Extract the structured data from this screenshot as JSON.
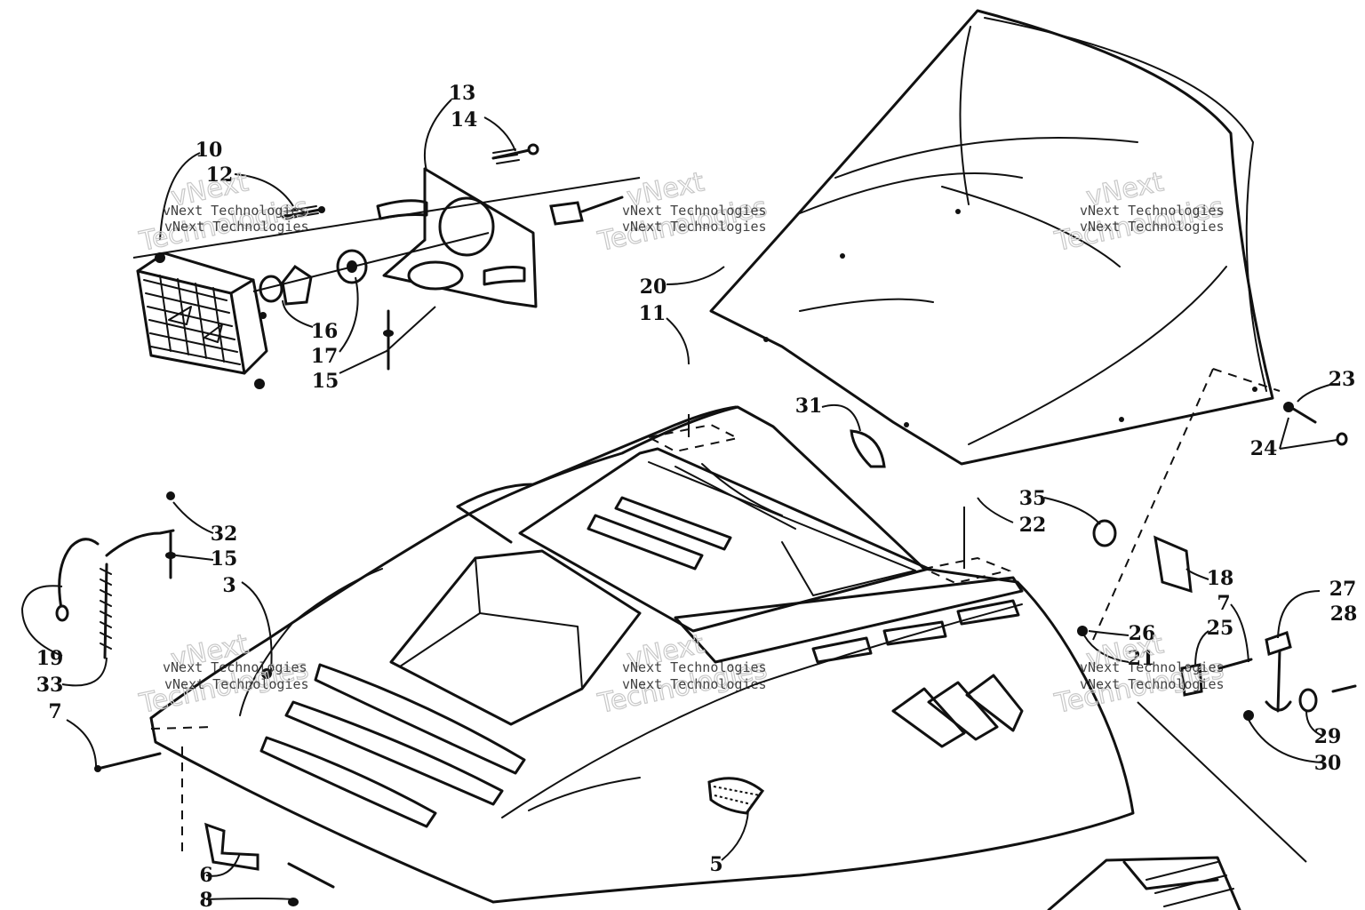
{
  "watermark": {
    "caption": "vNext Technologies",
    "brand_line1": "vNext",
    "brand_line2": "Technologies"
  },
  "callouts": [
    "10",
    "12",
    "13",
    "14",
    "16",
    "17",
    "15",
    "20",
    "11",
    "31",
    "23",
    "24",
    "35",
    "22",
    "18",
    "32",
    "15",
    "3",
    "19",
    "33",
    "7",
    "27",
    "28",
    "7",
    "25",
    "26",
    "21",
    "29",
    "30",
    "6",
    "8",
    "5"
  ]
}
